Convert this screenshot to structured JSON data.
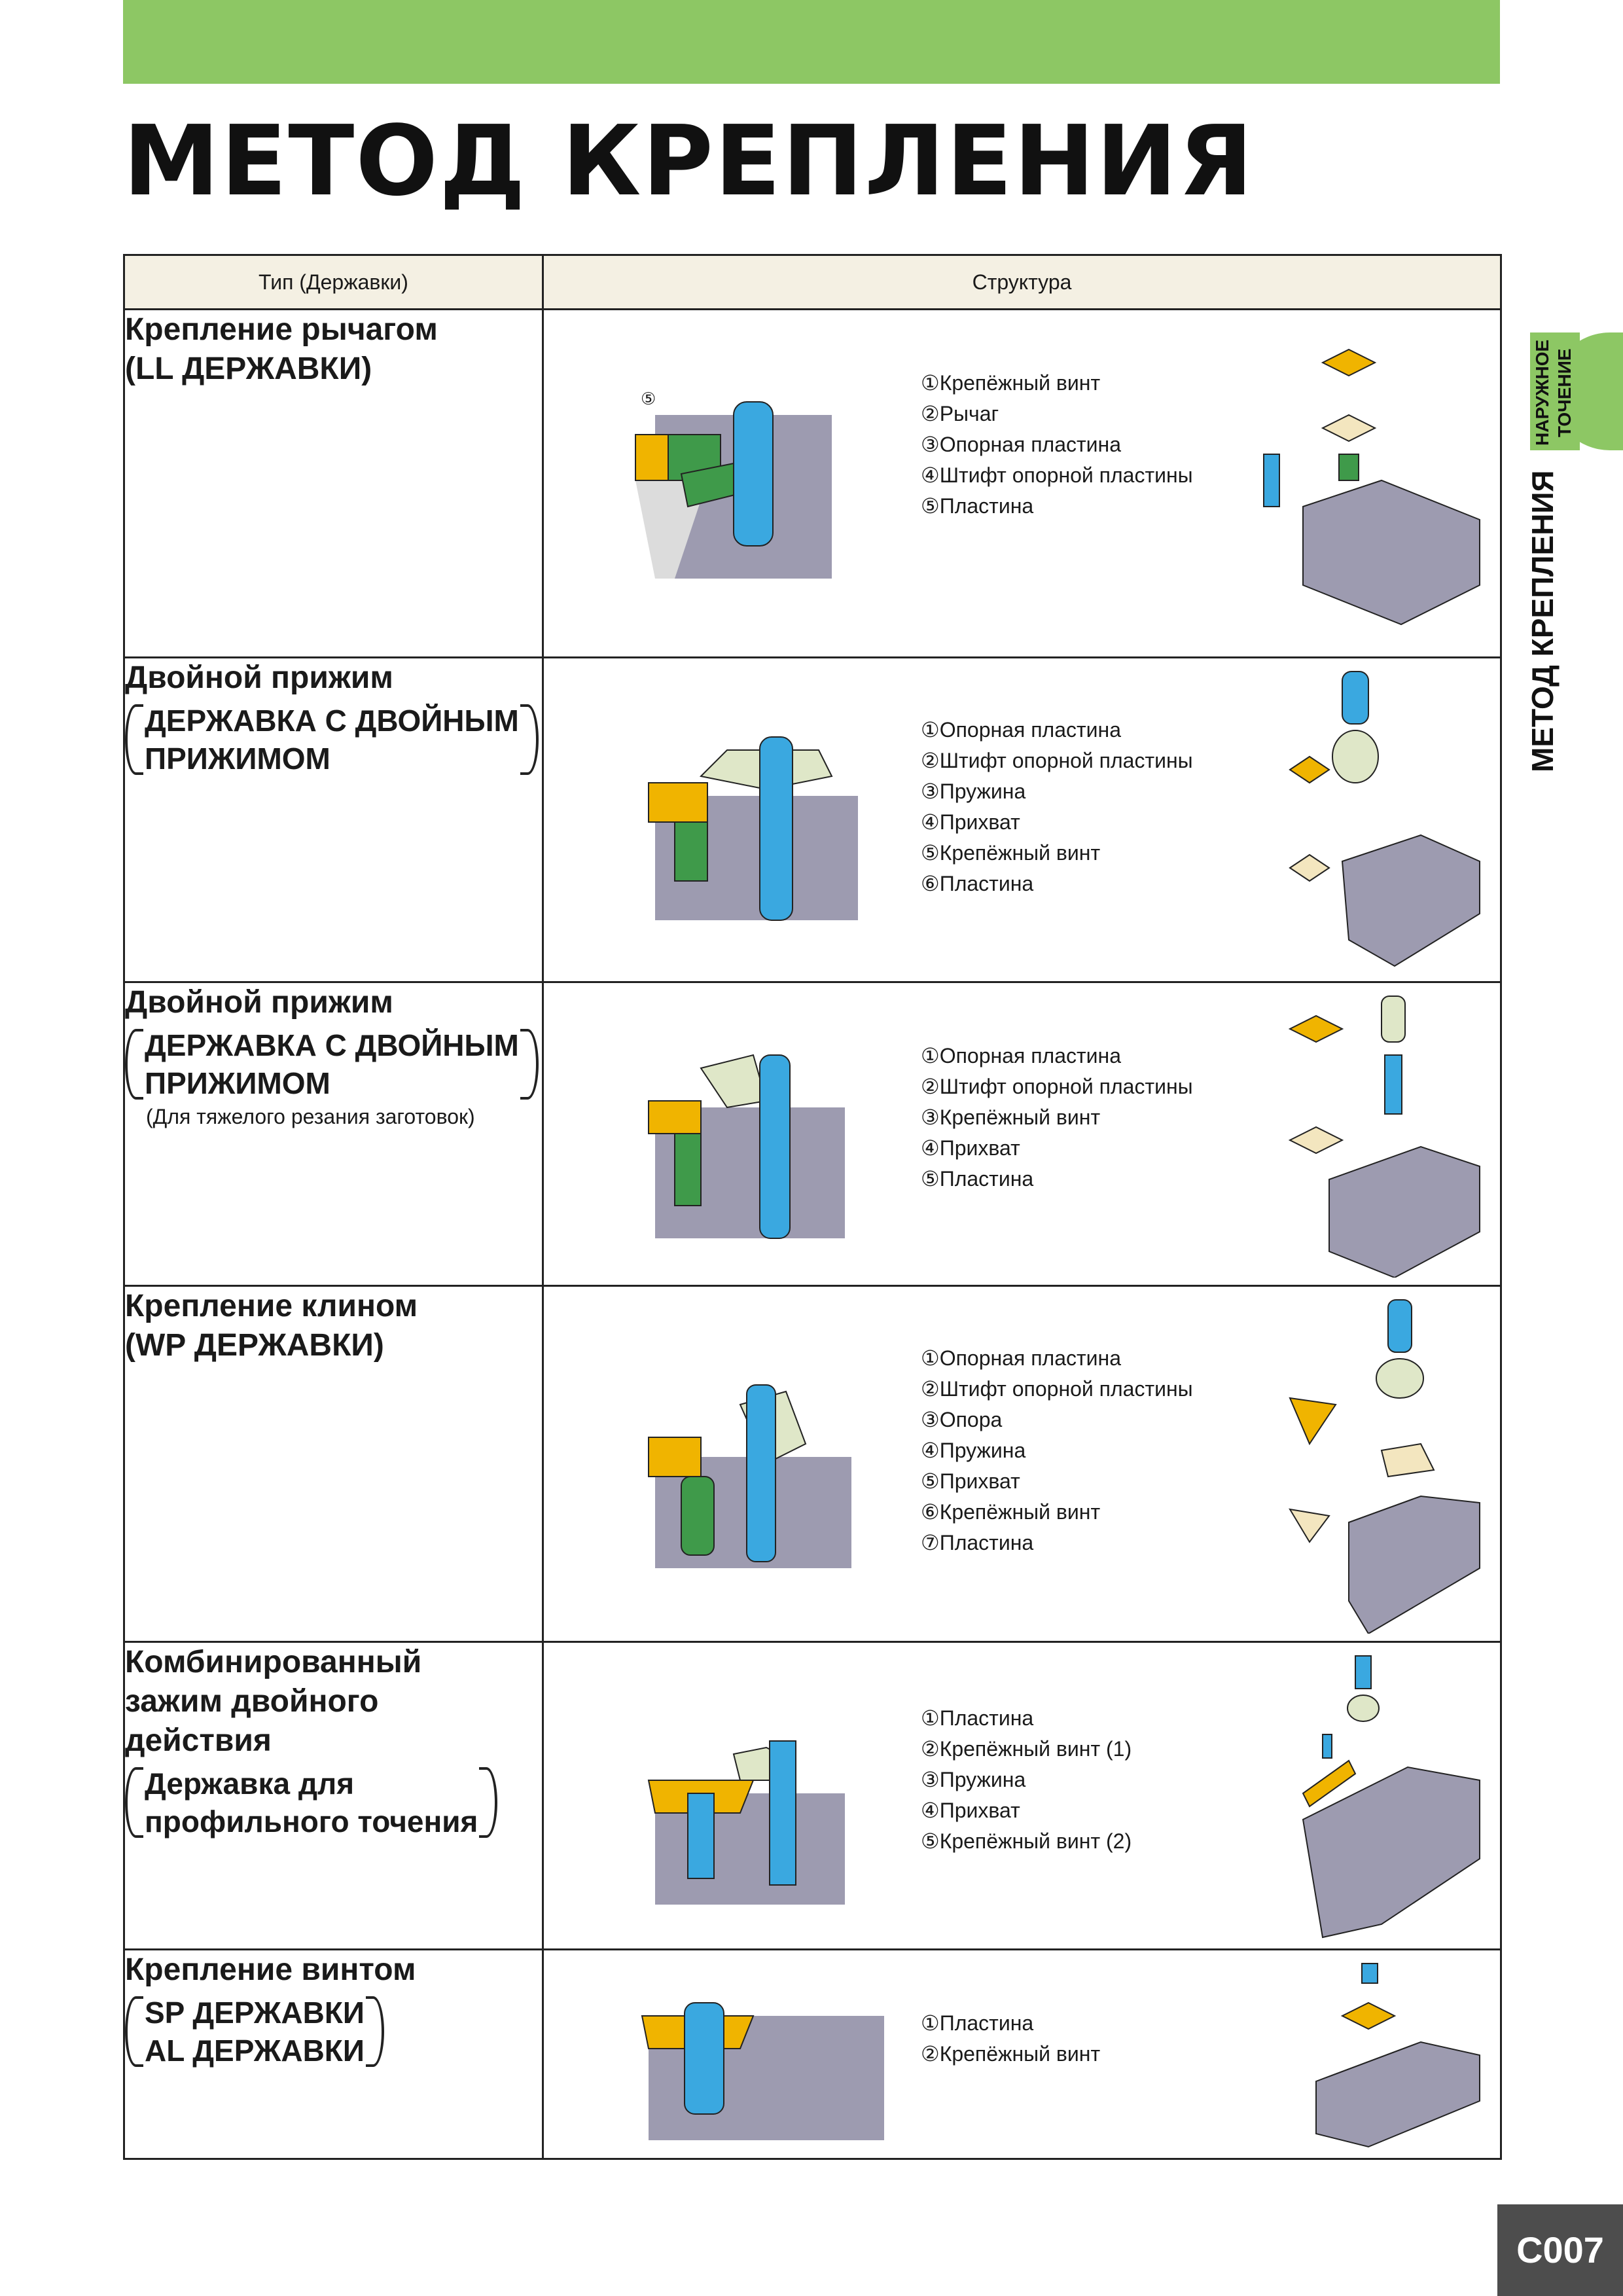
{
  "page": {
    "title": "МЕТОД КРЕПЛЕНИЯ",
    "page_number": "C007"
  },
  "side_tab": {
    "section": "НАРУЖНОЕ ТОЧЕНИЕ",
    "vertical_title": "МЕТОД КРЕПЛЕНИЯ"
  },
  "table": {
    "headers": [
      "Тип (Державки)",
      "Структура"
    ],
    "rows": [
      {
        "type": "Крепление рычагом\n(LL ДЕРЖАВКИ)",
        "sub": "",
        "note": "",
        "parts": [
          "①Крепёжный винт",
          "②Рычаг",
          "③Опорная пластина",
          "④Штифт опорной пластины",
          "⑤Пластина"
        ]
      },
      {
        "type": "Двойной прижим",
        "sub": "ДЕРЖАВКА С ДВОЙНЫМ\nПРИЖИМОМ",
        "note": "",
        "parts": [
          "①Опорная пластина",
          "②Штифт опорной пластины",
          "③Пружина",
          "④Прихват",
          "⑤Крепёжный винт",
          "⑥Пластина"
        ]
      },
      {
        "type": "Двойной прижим",
        "sub": "ДЕРЖАВКА С ДВОЙНЫМ\nПРИЖИМОМ",
        "note": "(Для тяжелого резания заготовок)",
        "parts": [
          "①Опорная пластина",
          "②Штифт опорной пластины",
          "③Крепёжный винт",
          "④Прихват",
          "⑤Пластина"
        ]
      },
      {
        "type": "Крепление клином\n(WP ДЕРЖАВКИ)",
        "sub": "",
        "note": "",
        "parts": [
          "①Опорная пластина",
          "②Штифт опорной пластины",
          "③Опора",
          "④Пружина",
          "⑤Прихват",
          "⑥Крепёжный винт",
          "⑦Пластина"
        ]
      },
      {
        "type": "Комбинированный\nзажим двойного\nдействия",
        "sub": "Державка для\nпрофильного точения",
        "note": "",
        "parts": [
          "①Пластина",
          "②Крепёжный винт (1)",
          "③Пружина",
          "④Прихват",
          "⑤Крепёжный винт (2)"
        ]
      },
      {
        "type": "Крепление винтом",
        "sub": "SP ДЕРЖАВКИ\nAL ДЕРЖАВКИ",
        "note": "",
        "parts": [
          "①Пластина",
          "②Крепёжный винт"
        ]
      }
    ]
  },
  "colors": {
    "header_bar": "#8dc764",
    "insert": "#f0b400",
    "screw": "#3aa8e0",
    "clamp": "#3f9a4a",
    "shim": "#f3e6bf",
    "body": "#9d9bb0"
  }
}
